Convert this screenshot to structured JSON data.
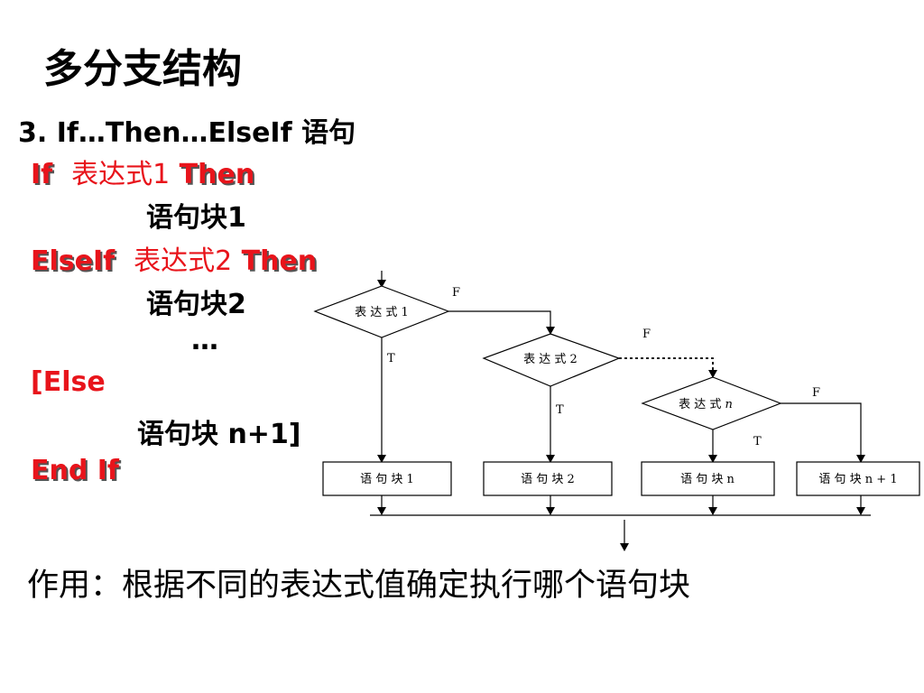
{
  "slide": {
    "title": "多分支结构",
    "subtitle": "3. If…Then…ElseIf 语句",
    "summary": "作用：根据不同的表达式值确定执行哪个语句块"
  },
  "code": {
    "line1_kw1": "If",
    "line1_expr": "表达式1",
    "line1_kw2": "Then",
    "line2": "语句块1",
    "line3_kw1": "ElseIf",
    "line3_expr": "表达式2",
    "line3_kw2": "Then",
    "line4": "语句块2",
    "ellipsis": "…",
    "line6": "[Else",
    "line7": "语句块 n+1]",
    "line8": "End If"
  },
  "flowchart": {
    "cond1": "表 达 式  1",
    "cond2": "表 达 式  2",
    "cond_n_prefix": "表 达 式",
    "cond_n_var": "n",
    "block1": "语 句 块   1",
    "block2": "语 句 块   2",
    "block_n": "语 句 块   n",
    "block_n1": "语 句 块   n + 1",
    "true_label": "T",
    "false_label": "F"
  },
  "colors": {
    "keyword": "#e8141b",
    "text": "#000000",
    "background": "#ffffff"
  }
}
